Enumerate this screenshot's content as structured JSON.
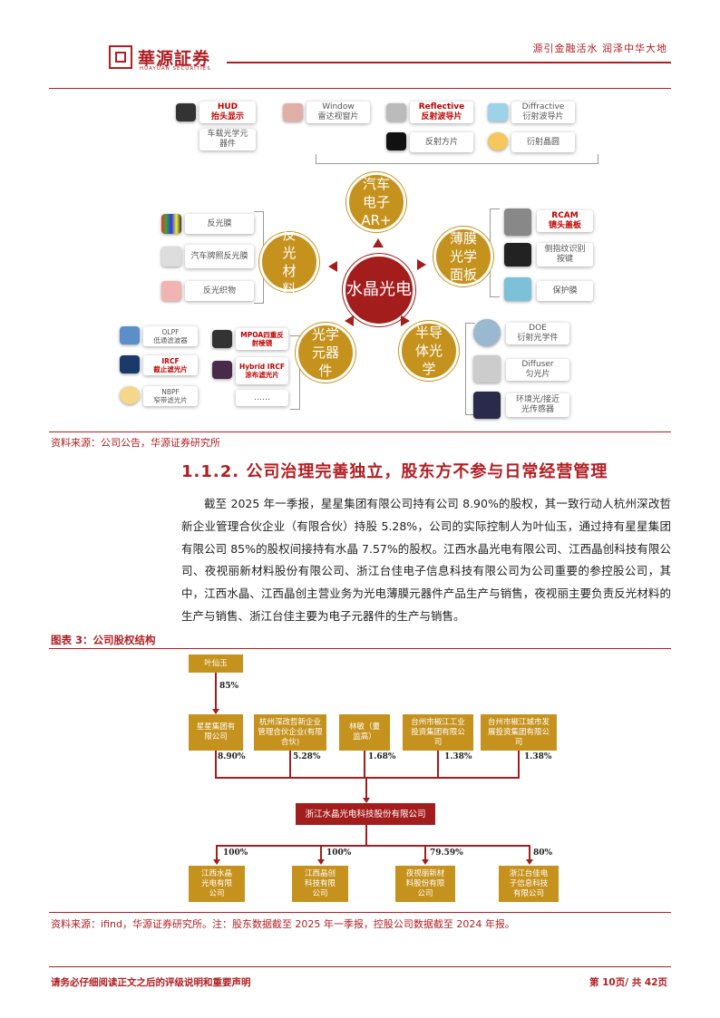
{
  "header": {
    "logo_cn": "華源証券",
    "logo_en": "HUAYUAN SECURITIES",
    "slogan": "源引金融活水 润泽中华大地"
  },
  "diagram1": {
    "center": "水晶光电",
    "nodes": {
      "auto": "汽车电子AR+",
      "reflect": "反光材料",
      "film": "薄膜光学面板",
      "optics": "光学元器件",
      "semi": "半导体光学"
    },
    "cards": {
      "hud_en": "HUD",
      "hud_cn": "抬头显示",
      "car_optics": "车载光学元器件",
      "window": "Window",
      "window_cn": "雷达视窗片",
      "reflective_en": "Reflective",
      "reflective_cn": "反射波导片",
      "reflector": "反射方片",
      "diffractive_en": "Diffractive",
      "diffractive_cn": "衍射波导片",
      "diff_wafer": "衍射晶圆",
      "reflect_film": "反光膜",
      "plate_film": "汽车牌照反光膜",
      "reflect_fabric": "反光织物",
      "rcam_en": "RCAM",
      "rcam_cn": "镜头盖板",
      "fingerprint": "侧指纹识别按键",
      "protect_film": "保护膜",
      "olpf": "OLPF",
      "olpf_cn": "低通滤波器",
      "ircf": "IRCF",
      "ircf_cn": "截止滤光片",
      "nbpf": "NBPF",
      "nbpf_cn": "窄带滤光片",
      "mpoa": "MPOA四重反射棱镜",
      "hybrid": "Hybrid IRCF 涂布滤光片",
      "dots": "……",
      "doe": "DOE",
      "doe_cn": "衍射光学件",
      "diffuser": "Diffuser",
      "diffuser_cn": "匀光片",
      "ambient": "环境光/接近光传感器"
    },
    "source": "资料来源：公司公告，华源证券研究所"
  },
  "section": {
    "title": "1.1.2. 公司治理完善独立，股东方不参与日常经营管理",
    "paragraph": "截至 2025 年一季报，星星集团有限公司持有公司 8.90%的股权，其一致行动人杭州深改哲新企业管理合伙企业（有限合伙）持股 5.28%，公司的实际控制人为叶仙玉，通过持有星星集团有限公司 85%的股权间接持有水晶 7.57%的股权。江西水晶光电有限公司、江西晶创科技有限公司、夜视丽新材料股份有限公司、浙江台佳电子信息科技有限公司为公司重要的参控股公司，其中，江西水晶、江西晶创主营业务为光电薄膜元器件产品生产与销售，夜视丽主要负责反光材料的生产与销售、浙江台佳主要为电子元器件的生产与销售。"
  },
  "figure3": {
    "title": "图表 3：公司股权结构",
    "top": "叶仙玉",
    "top_pct": "85%",
    "shareholders": [
      {
        "name": "星星集团有限公司",
        "pct": "8.90%"
      },
      {
        "name": "杭州深改哲新企业管理合伙企业(有限合伙)",
        "pct": "5.28%"
      },
      {
        "name": "林敏（董监高）",
        "pct": "1.68%"
      },
      {
        "name": "台州市椒江工业投资集团有限公司",
        "pct": "1.38%"
      },
      {
        "name": "台州市椒江城市发展投资集团有限公司",
        "pct": "1.38%"
      }
    ],
    "company": "浙江水晶光电科技股份有限公司",
    "subsidiaries": [
      {
        "name": "江西水晶光电有限公司",
        "pct": "100%"
      },
      {
        "name": "江西晶创科技有限公司",
        "pct": "100%"
      },
      {
        "name": "夜视丽新材料股份有限公司",
        "pct": "79.59%"
      },
      {
        "name": "浙江台佳电子信息科技有限公司",
        "pct": "80%"
      }
    ],
    "source": "资料来源：ifind，华源证券研究所。注：股东数据截至 2025 年一季报，控股公司数据截至 2024 年报。"
  },
  "footer": {
    "disclaimer": "请务必仔细阅读正文之后的评级说明和重要声明",
    "page": "第 10页/ 共 42页"
  },
  "colors": {
    "brand": "#b01e23",
    "gold": "#c6921e",
    "dark_red": "#a31d1d"
  }
}
